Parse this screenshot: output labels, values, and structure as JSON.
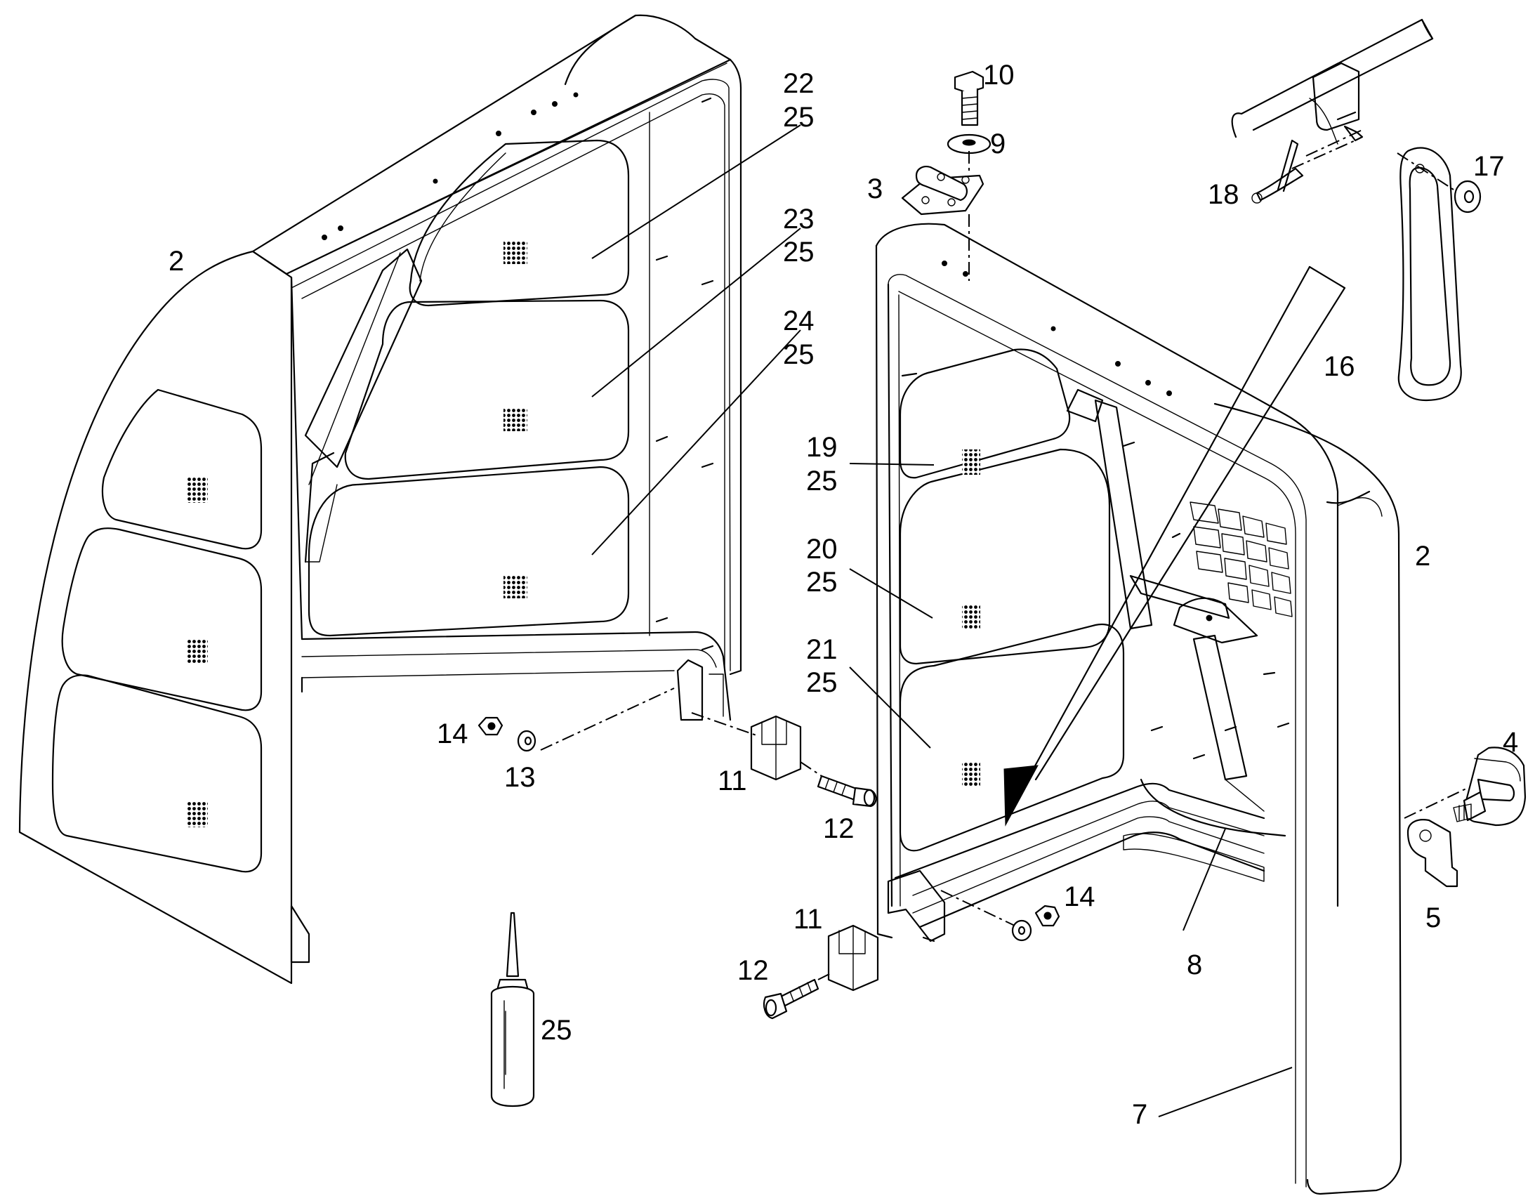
{
  "diagram": {
    "callouts": [
      {
        "id": "c2a",
        "text": "2"
      },
      {
        "id": "c2b",
        "text": "2"
      },
      {
        "id": "c3",
        "text": "3"
      },
      {
        "id": "c4",
        "text": "4"
      },
      {
        "id": "c5",
        "text": "5"
      },
      {
        "id": "c7",
        "text": "7"
      },
      {
        "id": "c8",
        "text": "8"
      },
      {
        "id": "c9",
        "text": "9"
      },
      {
        "id": "c10",
        "text": "10"
      },
      {
        "id": "c11a",
        "text": "11"
      },
      {
        "id": "c11b",
        "text": "11"
      },
      {
        "id": "c12a",
        "text": "12"
      },
      {
        "id": "c12b",
        "text": "12"
      },
      {
        "id": "c13",
        "text": "13"
      },
      {
        "id": "c14a",
        "text": "14"
      },
      {
        "id": "c14b",
        "text": "14"
      },
      {
        "id": "c16",
        "text": "16"
      },
      {
        "id": "c17",
        "text": "17"
      },
      {
        "id": "c18",
        "text": "18"
      },
      {
        "id": "c19",
        "text": "19"
      },
      {
        "id": "c19s",
        "text": "25"
      },
      {
        "id": "c20",
        "text": "20"
      },
      {
        "id": "c20s",
        "text": "25"
      },
      {
        "id": "c21",
        "text": "21"
      },
      {
        "id": "c21s",
        "text": "25"
      },
      {
        "id": "c22",
        "text": "22"
      },
      {
        "id": "c22s",
        "text": "25"
      },
      {
        "id": "c23",
        "text": "23"
      },
      {
        "id": "c23s",
        "text": "25"
      },
      {
        "id": "c24",
        "text": "24"
      },
      {
        "id": "c24s",
        "text": "25"
      },
      {
        "id": "c25",
        "text": "25"
      }
    ]
  }
}
